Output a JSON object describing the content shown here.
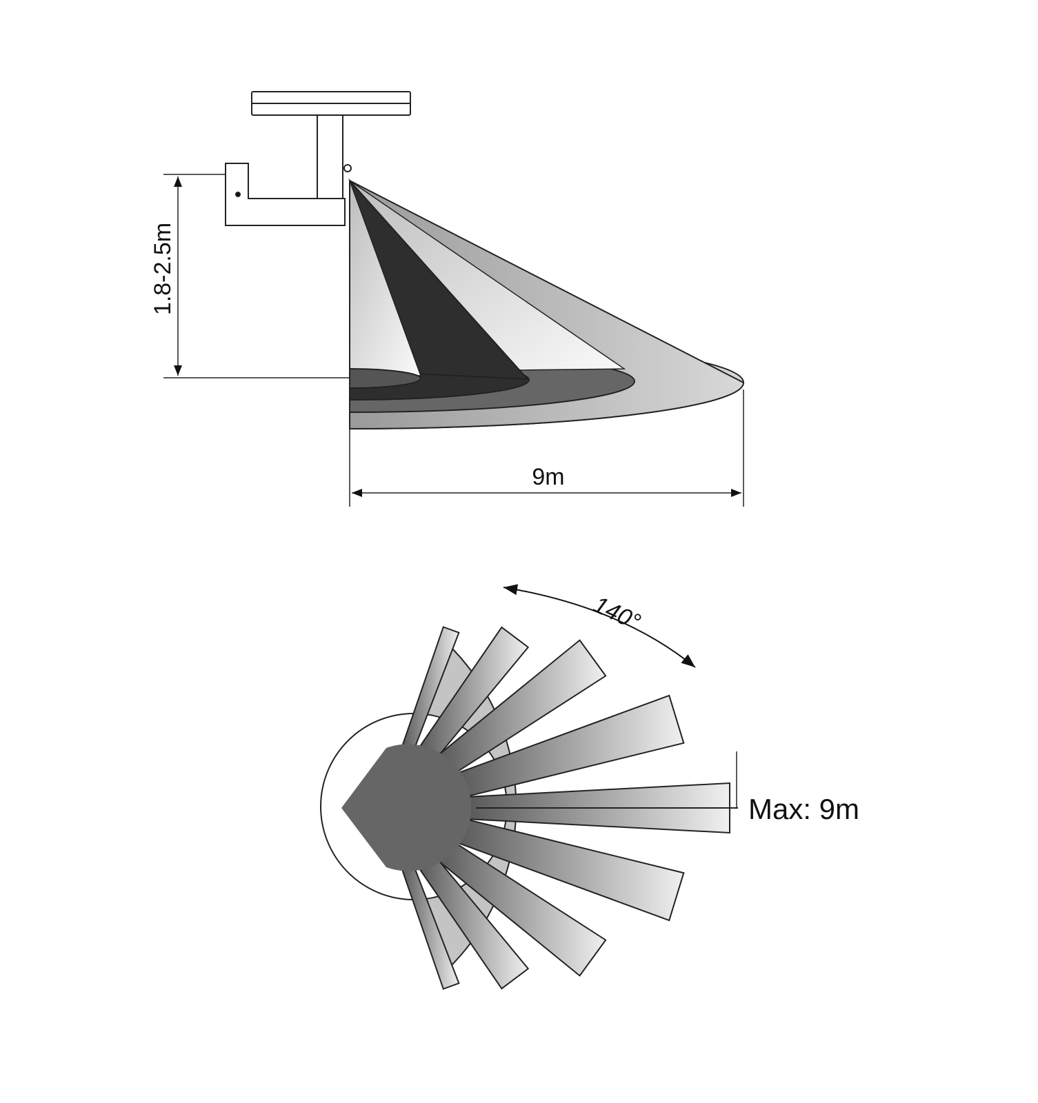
{
  "side_view": {
    "height_label": "1.8-2.5m",
    "range_label": "9m"
  },
  "top_view": {
    "angle_label": "140°",
    "max_label": "Max: 9m",
    "beam_angles_deg": [
      -70,
      -53,
      -36,
      -17,
      0,
      17,
      36,
      53,
      70
    ]
  },
  "colors": {
    "outline": "#222222",
    "dark": "#2e2e2e",
    "mid": "#666666",
    "light": "#c4c4c4"
  }
}
